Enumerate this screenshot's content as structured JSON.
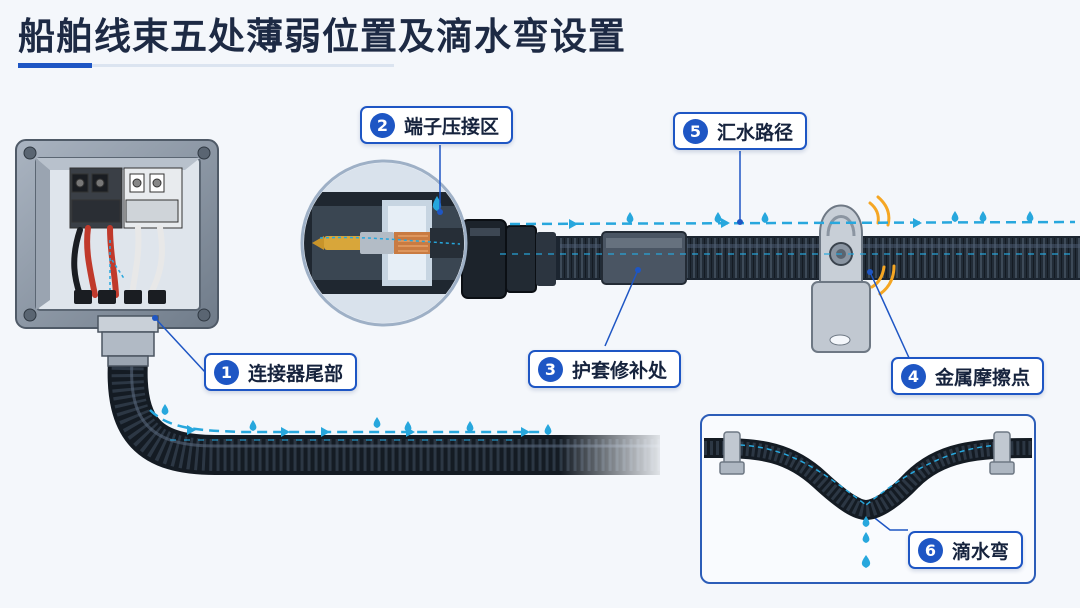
{
  "title": "船舶线束五处薄弱位置及滴水弯设置",
  "callouts": [
    {
      "num": "1",
      "label": "连接器尾部"
    },
    {
      "num": "2",
      "label": "端子压接区"
    },
    {
      "num": "3",
      "label": "护套修补处"
    },
    {
      "num": "4",
      "label": "金属摩擦点"
    },
    {
      "num": "5",
      "label": "汇水路径"
    },
    {
      "num": "6",
      "label": "滴水弯"
    }
  ],
  "colors": {
    "accent": "#1e56c4",
    "water": "#27a7dd",
    "cable": "#1f2a35",
    "friction": "#f5a623",
    "box": "#8d99a8"
  },
  "icons": [
    "water-drop-icon",
    "flow-arrow-icon",
    "friction-mark-icon",
    "magnifier-circle-icon",
    "clamp-icon"
  ]
}
